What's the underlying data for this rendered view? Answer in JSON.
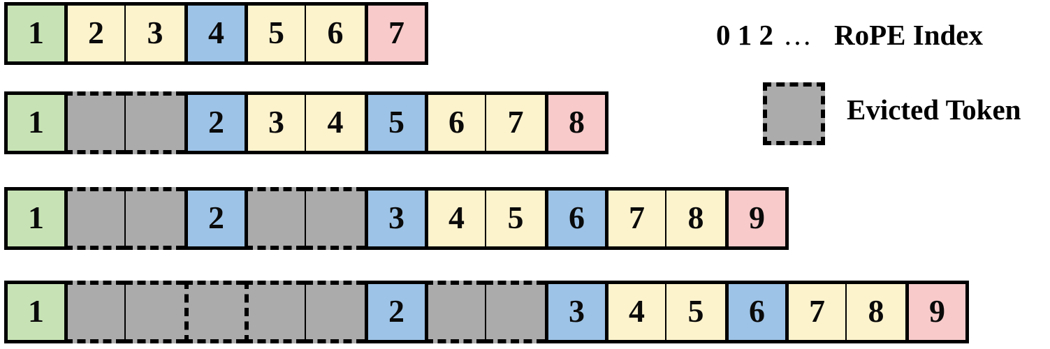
{
  "legend": {
    "rope": {
      "numbers": "0 1 2",
      "ellipsis": "…",
      "label": "RoPE Index"
    },
    "evicted": {
      "swatch_icon": "evicted-token-swatch",
      "label": "Evicted Token"
    }
  },
  "colors": {
    "green": "#c7e3b5",
    "yellow": "#fcf2cc",
    "blue": "#9dc3e6",
    "pink": "#f8caca",
    "gray": "#ababab",
    "border": "#000000"
  },
  "rows": [
    {
      "name": "sequence-row-1",
      "cells": [
        {
          "color": "green",
          "label": "1"
        },
        {
          "color": "yellow",
          "label": "2"
        },
        {
          "color": "yellow",
          "label": "3",
          "sep": "thin"
        },
        {
          "color": "blue",
          "label": "4"
        },
        {
          "color": "yellow",
          "label": "5"
        },
        {
          "color": "yellow",
          "label": "6",
          "sep": "thin"
        },
        {
          "color": "pink",
          "label": "7"
        }
      ]
    },
    {
      "name": "sequence-row-2",
      "cells": [
        {
          "color": "green",
          "label": "1"
        },
        {
          "color": "gray",
          "label": ""
        },
        {
          "color": "gray",
          "label": "",
          "sep": "thin"
        },
        {
          "color": "blue",
          "label": "2"
        },
        {
          "color": "yellow",
          "label": "3"
        },
        {
          "color": "yellow",
          "label": "4",
          "sep": "thin"
        },
        {
          "color": "blue",
          "label": "5"
        },
        {
          "color": "yellow",
          "label": "6"
        },
        {
          "color": "yellow",
          "label": "7",
          "sep": "thin"
        },
        {
          "color": "pink",
          "label": "8"
        }
      ]
    },
    {
      "name": "sequence-row-3",
      "cells": [
        {
          "color": "green",
          "label": "1"
        },
        {
          "color": "gray",
          "label": ""
        },
        {
          "color": "gray",
          "label": "",
          "sep": "thin"
        },
        {
          "color": "blue",
          "label": "2"
        },
        {
          "color": "gray",
          "label": ""
        },
        {
          "color": "gray",
          "label": "",
          "sep": "thin"
        },
        {
          "color": "blue",
          "label": "3"
        },
        {
          "color": "yellow",
          "label": "4"
        },
        {
          "color": "yellow",
          "label": "5",
          "sep": "thin"
        },
        {
          "color": "blue",
          "label": "6"
        },
        {
          "color": "yellow",
          "label": "7"
        },
        {
          "color": "yellow",
          "label": "8",
          "sep": "thin"
        },
        {
          "color": "pink",
          "label": "9"
        }
      ]
    },
    {
      "name": "sequence-row-4",
      "cells": [
        {
          "color": "green",
          "label": "1"
        },
        {
          "color": "gray",
          "label": ""
        },
        {
          "color": "gray",
          "label": "",
          "sep": "thin"
        },
        {
          "color": "gray",
          "label": "",
          "sep": "dashed"
        },
        {
          "color": "gray",
          "label": "",
          "sep": "dashed"
        },
        {
          "color": "gray",
          "label": "",
          "sep": "thin"
        },
        {
          "color": "blue",
          "label": "2"
        },
        {
          "color": "gray",
          "label": ""
        },
        {
          "color": "gray",
          "label": "",
          "sep": "thin"
        },
        {
          "color": "blue",
          "label": "3"
        },
        {
          "color": "yellow",
          "label": "4"
        },
        {
          "color": "yellow",
          "label": "5",
          "sep": "thin"
        },
        {
          "color": "blue",
          "label": "6"
        },
        {
          "color": "yellow",
          "label": "7"
        },
        {
          "color": "yellow",
          "label": "8",
          "sep": "thin"
        },
        {
          "color": "pink",
          "label": "9"
        }
      ]
    }
  ]
}
